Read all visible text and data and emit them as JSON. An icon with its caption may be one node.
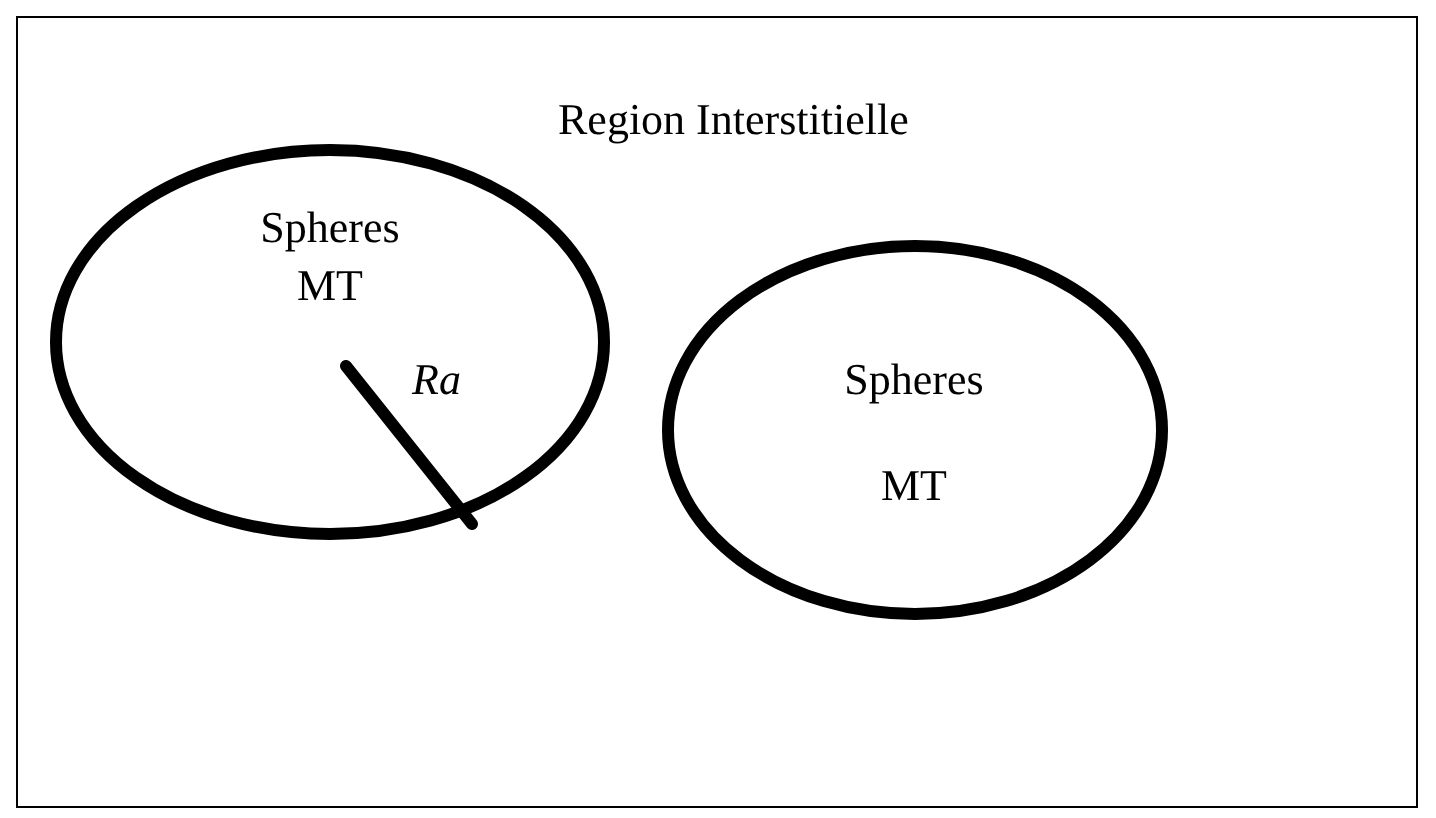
{
  "diagram": {
    "nodes": [
      {
        "text": [
          "Spheres MT"
        ]
      },
      {
        "text": [
          "Spheres MT"
        ]
      }
    ],
    "labels": [
      "Region Interstitielle",
      "Ra"
    ]
  }
}
